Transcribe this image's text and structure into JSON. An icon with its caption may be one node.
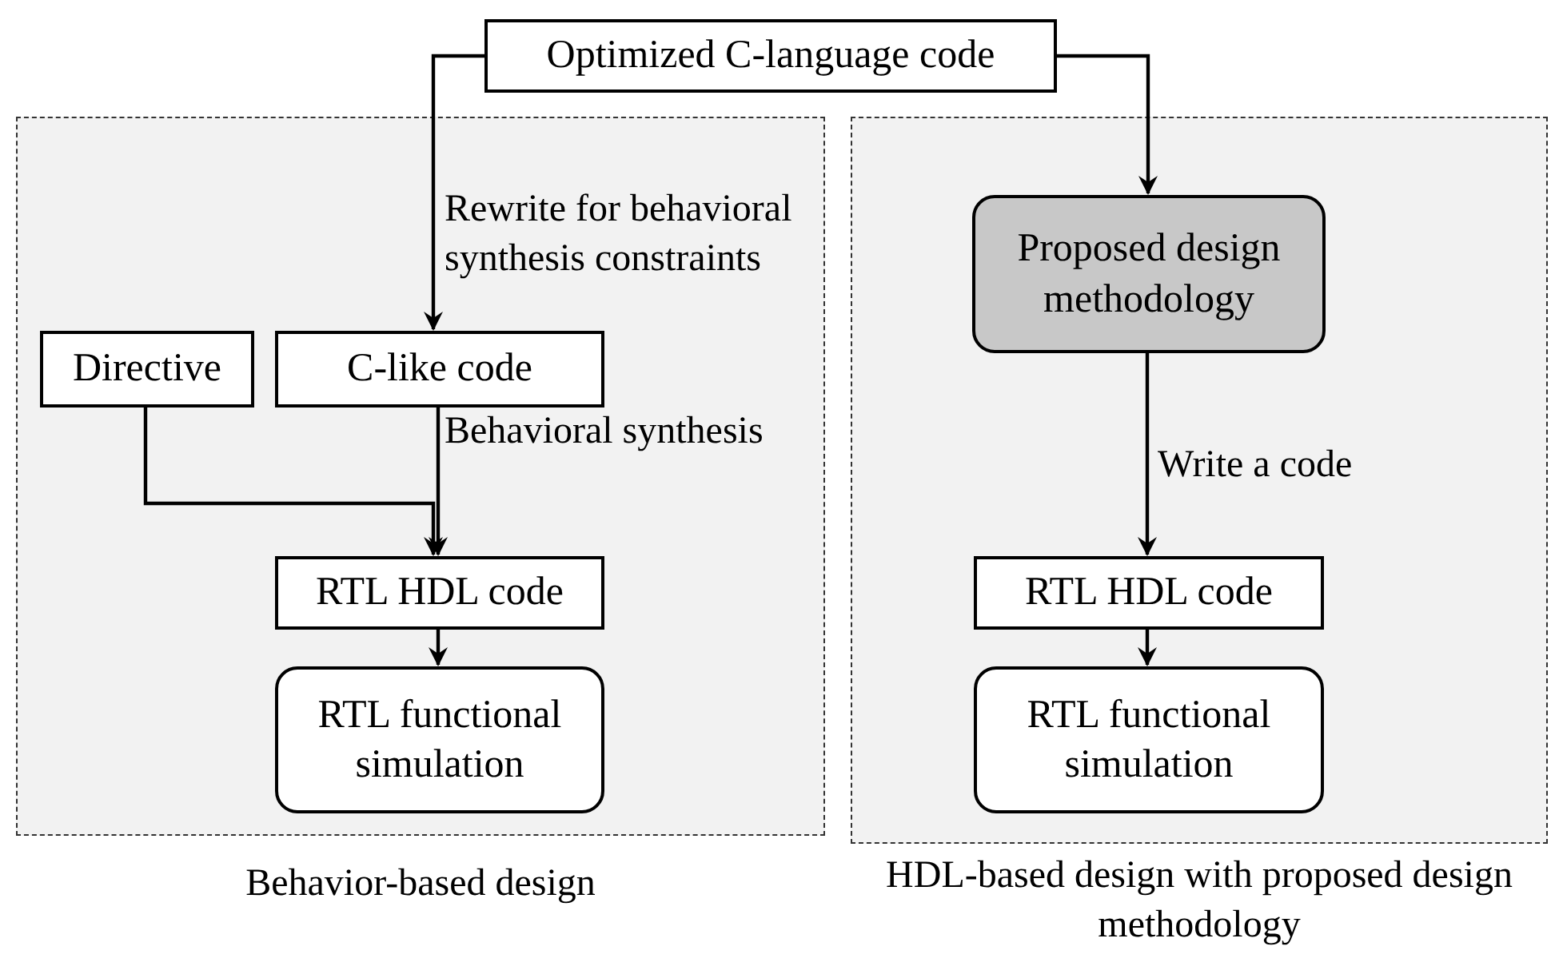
{
  "diagram": {
    "nodes": [
      {
        "text": [
          "Optimized C-language code"
        ]
      },
      {
        "text": [
          "Behavior-based design"
        ]
      },
      {
        "text": [
          "Directive"
        ],
        "in": 1
      },
      {
        "text": [
          "C-like code"
        ],
        "in": 1
      },
      {
        "text": [
          "RTL HDL code"
        ],
        "in": 1
      },
      {
        "text": [
          "RTL functional simulation"
        ],
        "in": 1
      },
      {
        "text": [
          "HDL-based design with proposed design methodology"
        ]
      },
      {
        "text": [
          "Proposed design methodology"
        ],
        "in": 6
      },
      {
        "text": [
          "RTL HDL code"
        ],
        "in": 6
      },
      {
        "text": [
          "RTL functional simulation"
        ],
        "in": 6
      }
    ],
    "edges": [
      {
        "from": 0,
        "to": 3,
        "arrow": "to",
        "label": "Rewrite for behavioral synthesis constraints"
      },
      {
        "from": 0,
        "to": 7,
        "arrow": "to"
      },
      {
        "from": 3,
        "to": 4,
        "arrow": "to",
        "label": "Behavioral synthesis"
      },
      {
        "from": 2,
        "to": 4,
        "arrow": "to"
      },
      {
        "from": 4,
        "to": 5,
        "arrow": "to"
      },
      {
        "from": 7,
        "to": 8,
        "arrow": "to",
        "label": "Write a code"
      },
      {
        "from": 8,
        "to": 9,
        "arrow": "to"
      }
    ]
  }
}
